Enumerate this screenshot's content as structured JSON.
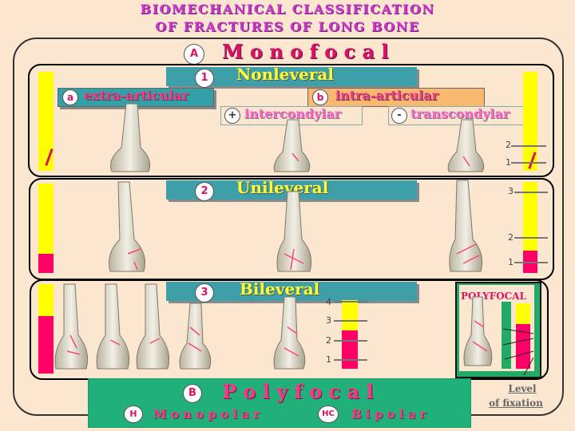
{
  "title_line1": "BIOMECHANICAL  CLASSIFICATION",
  "title_line2": "OF  FRACTURES  OF  LONG  BONE",
  "monofocal": {
    "letter": "A",
    "label": "M o n o f o c a l"
  },
  "nonleveral": {
    "number": "1",
    "label": "Nonleveral"
  },
  "extra": {
    "letter": "a",
    "label": "extra-articular"
  },
  "intra": {
    "letter": "b",
    "label": "intra-articular"
  },
  "intercond": {
    "sign": "+",
    "label": "intercondylar"
  },
  "transcond": {
    "sign": "-",
    "label": "transcondylar"
  },
  "unileveral": {
    "number": "2",
    "label": "Unileveral"
  },
  "bileveral": {
    "number": "3",
    "label": "Bileveral"
  },
  "polyfocal_box_label": "POLYFOCAL",
  "polyfocal": {
    "letter": "B",
    "label": "P o l y f o c a l"
  },
  "monopolar": {
    "letter": "H",
    "label": "M o n o p o l a r"
  },
  "bipolar": {
    "letter": "HC",
    "label": "B i p o l a r"
  },
  "level_of_fixation": [
    "Level",
    "of fixation"
  ],
  "ruler1": [
    "2",
    "1"
  ],
  "ruler2": [
    "3",
    "2",
    "1"
  ],
  "ruler3": [
    "4",
    "3",
    "2",
    "1"
  ],
  "colors": {
    "banner": "#3f9fa8",
    "yellow": "#ffff00",
    "magenta": "#ff0066",
    "pink_text": "#ff66cc",
    "magenta_text": "#dd1166",
    "green": "#22aa66"
  }
}
